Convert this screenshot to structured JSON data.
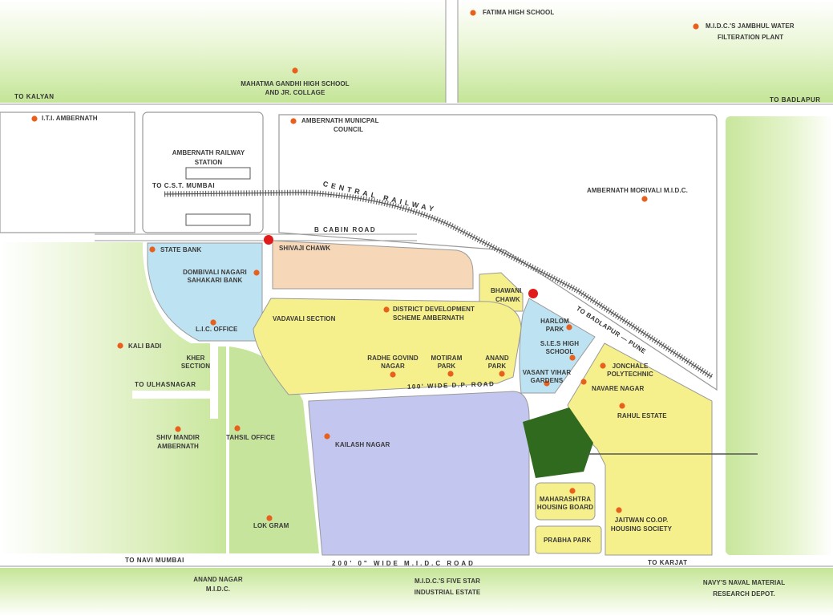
{
  "colors": {
    "green_zone": "#cfeaa5",
    "blue_zone": "#bde3f2",
    "peach_zone": "#f6d7b8",
    "yellow_zone": "#f5f08c",
    "lavender_zone": "#c3c7ef",
    "dark_green_zone": "#2f6a1e",
    "marker_orange": "#e8601c",
    "marker_red": "#e11b1b",
    "road_outline": "#9a9a9a"
  },
  "directions": {
    "kalyan": "TO KALYAN",
    "badlapur": "TO BADLAPUR",
    "cst": "TO C.S.T. MUMBAI",
    "badlapur_pune": "TO BADLAPUR — PUNE",
    "ulhasnagar": "TO ULHASNAGAR",
    "navi_mumbai": "TO NAVI MUMBAI",
    "karjat": "TO KARJAT"
  },
  "roads": {
    "railway": "CENTRAL RAILWAY",
    "b_cabin": "B CABIN ROAD",
    "dp_road": "100' WIDE D.P. ROAD",
    "midc_road": "200' 0\" WIDE M.I.D.C ROAD"
  },
  "places": {
    "fatima": "FATIMA HIGH SCHOOL",
    "midc_jambhul_1": "M.I.D.C.'S JAMBHUL WATER",
    "midc_jambhul_2": "FILTERATION PLANT",
    "gandhi_1": "MAHATMA GANDHI HIGH SCHOOL",
    "gandhi_2": "AND JR. COLLAGE",
    "iti": "I.T.I. AMBERNATH",
    "municipal_1": "AMBERNATH MUNICPAL",
    "municipal_2": "COUNCIL",
    "station_1": "AMBERNATH RAILWAY",
    "station_2": "STATION",
    "morivali": "AMBERNATH MORIVALI M.I.D.C.",
    "state_bank": "STATE BANK",
    "shivaji": "SHIVAJI CHAWK",
    "dombivali_1": "DOMBIVALI NAGARI",
    "dombivali_2": "SAHAKARI BANK",
    "lic": "L.I.C. OFFICE",
    "bhawani_1": "BHAWANI",
    "bhawani_2": "CHAWK",
    "vadavali": "VADAVALI SECTION",
    "district_1": "DISTRICT DEVELOPMENT",
    "district_2": "SCHEME AMBERNATH",
    "harlom_1": "HARLOM",
    "harlom_2": "PARK",
    "sies_1": "S.I.E.S HIGH",
    "sies_2": "SCHOOL",
    "vasant_1": "VASANT VIHAR",
    "vasant_2": "GARDENS",
    "jonchale_1": "JONCHALE",
    "jonchale_2": "POLYTECHNIC",
    "kali_badi": "KALI BADI",
    "kher_1": "KHER",
    "kher_2": "SECTION",
    "radhe_1": "RADHE GOVIND",
    "radhe_2": "NAGAR",
    "motiram_1": "MOTIRAM",
    "motiram_2": "PARK",
    "anand_park_1": "ANAND",
    "anand_park_2": "PARK",
    "navare": "NAVARE NAGAR",
    "rahul": "RAHUL ESTATE",
    "shiv_mandir_1": "SHIV MANDIR",
    "shiv_mandir_2": "AMBERNATH",
    "tahsil": "TAHSIL OFFICE",
    "kailash": "KAILASH NAGAR",
    "maharashtra_1": "MAHARASHTRA",
    "maharashtra_2": "HOUSING BOARD",
    "jaitwan_1": "JAITWAN CO.OP.",
    "jaitwan_2": "HOUSING SOCIETY",
    "prabha": "PRABHA PARK",
    "lok_gram": "LOK GRAM",
    "anand_nagar_1": "ANAND NAGAR",
    "anand_nagar_2": "M.I.D.C.",
    "five_star_1": "M.I.D.C.'S FIVE STAR",
    "five_star_2": "INDUSTRIAL ESTATE",
    "navy_1": "NAVY'S NAVAL MATERIAL",
    "navy_2": "RESEARCH DEPOT."
  }
}
